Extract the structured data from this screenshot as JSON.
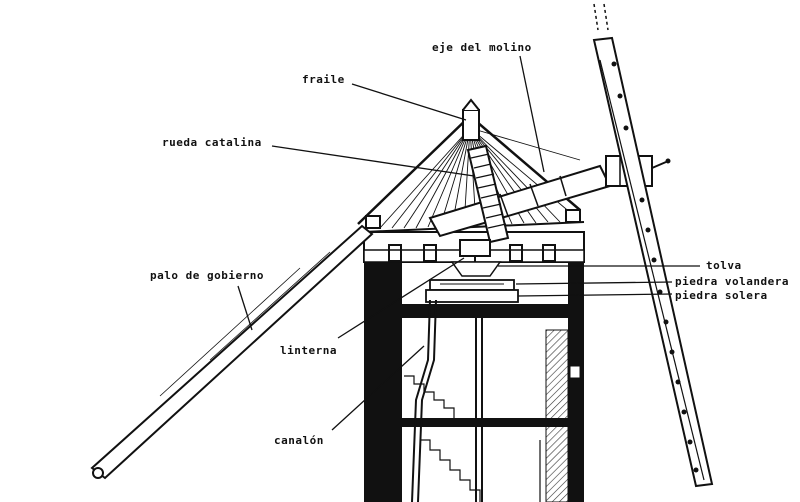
{
  "labels": {
    "eje": "eje del molino",
    "fraile": "fraile",
    "rueda": "rueda catalina",
    "palo": "palo de gobierno",
    "linterna": "linterna",
    "canalon": "canalón",
    "tolva": "tolva",
    "volandera": "piedra volandera",
    "solera": "piedra solera"
  },
  "colors": {
    "ink": "#111111",
    "paper": "#ffffff",
    "hatch": "#333333"
  }
}
